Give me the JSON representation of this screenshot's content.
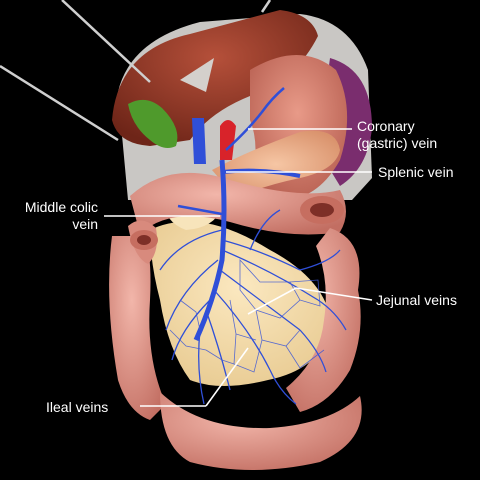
{
  "labels": {
    "coronary": {
      "line1": "Coronary",
      "line2": "(gastric) vein"
    },
    "splenic": "Splenic vein",
    "middle_colic": {
      "line1": "Middle colic",
      "line2": "vein"
    },
    "jejunal": "Jejunal veins",
    "ileal": "Ileal veins"
  },
  "colors": {
    "background": "#000000",
    "vein": "#2f4fd8",
    "artery": "#d8232a",
    "liver": "#9b3b2a",
    "intestine": "#e09a8e",
    "mesentery": "#f3dcaa",
    "gallbladder": "#4f9a2c",
    "label_text": "#ffffff"
  }
}
